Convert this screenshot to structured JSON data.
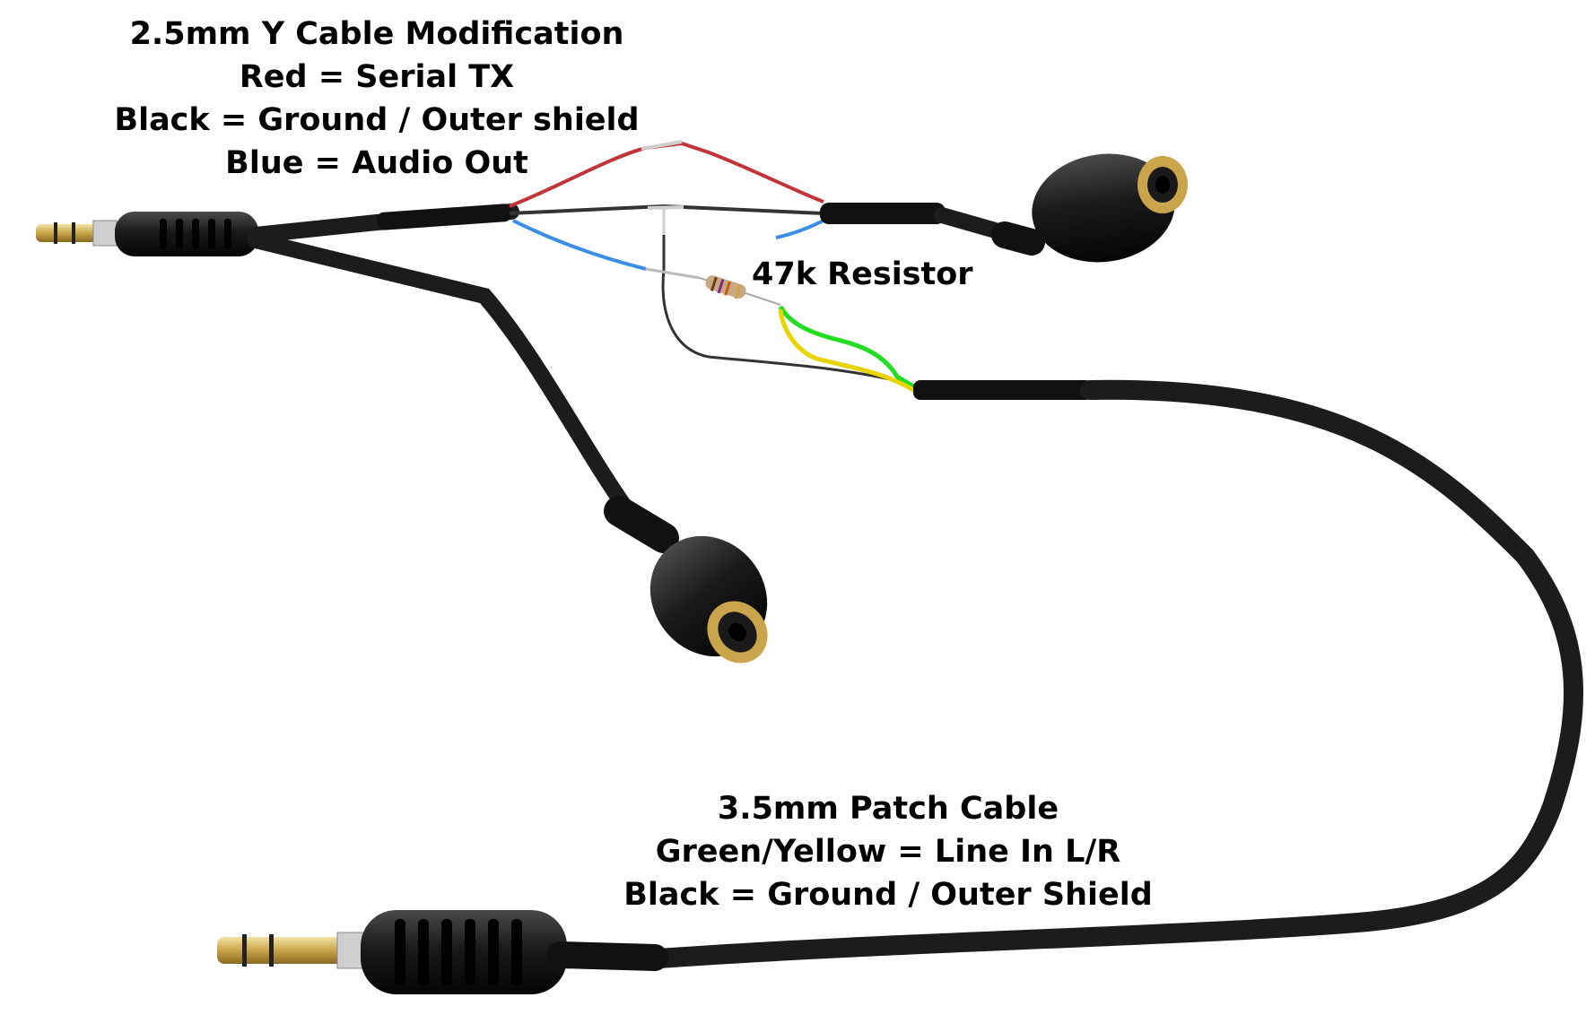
{
  "y_cable_label": {
    "title": "2.5mm Y Cable Modification",
    "lines": [
      "Red = Serial TX",
      "Black = Ground / Outer shield",
      "Blue = Audio Out"
    ]
  },
  "resistor_label": "47k Resistor",
  "patch_cable_label": {
    "title": "3.5mm Patch Cable",
    "lines": [
      "Green/Yellow = Line In L/R",
      "Black = Ground / Outer Shield"
    ]
  },
  "colors": {
    "red_wire": "#c0343a",
    "black_wire": "#333333",
    "blue_wire": "#3a8ee6",
    "green_wire": "#22dd22",
    "yellow_wire": "#e8d400",
    "cable": "#1c1c1c",
    "gold": "#c9a44a",
    "resistor": "#c9a982"
  }
}
